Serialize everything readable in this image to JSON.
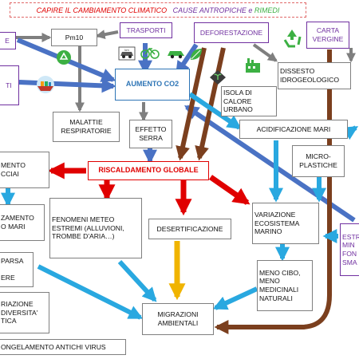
{
  "title": {
    "part1": "CAPIRE IL CAMBIAMENTO CLIMATICO",
    "part2": "CAUSE ANTROPICHE",
    "part3": "e",
    "part4": "RIMEDI"
  },
  "boxes": {
    "pm10": "Pm10",
    "trasporti": "TRASPORTI",
    "deforestazione": "DEFORESTAZIONE",
    "carta_vergine": "CARTA\nVERGINE",
    "aumento_co2": "AUMENTO CO2",
    "dissesto": "DISSESTO\nIDROGEOLOGICO",
    "isola_calore": "ISOLA DI CALORE\nURBANO",
    "malattie": "MALATTIE\nRESPIRATORIE",
    "effetto_serra": "EFFETTO\nSERRA",
    "acidificazione": "ACIDIFICAZIONE MARI",
    "microplastiche": "MICRO-\nPLASTICHE",
    "riscaldamento": "RISCALDAMENTO GLOBALE",
    "scioglimento": "MENTO\nCCIAI",
    "innalzamento": "ZAMENTO\nO MARI",
    "fenomeni": "FENOMENI METEO\nESTREMI (ALLUVIONI,\nTROMBE D'ARIA…)",
    "desertificazione": "DESERTIFICAZIONE",
    "variazione_eco": "VARIAZIONE\nECOSISTEMA\nMARINO",
    "estr": "ESTR\nMIN\nFON\nSMA",
    "scarsa": "PARSA\n\nERE",
    "meno_cibo": "MENO CIBO,\nMENO\nMEDICINALI\nNATURALI",
    "biodiversita": "RIAZIONE\nDIVERSITA'\nTICA",
    "migrazioni": "MIGRAZIONI\nAMBIENTALI",
    "congelamento": "ONGELAMENTO ANTICHI VIRUS",
    "left_e": "E",
    "left_ti": "TI"
  },
  "colors": {
    "blue_arrow": "#4a72c4",
    "gray_arrow": "#7f7f7f",
    "brown_arrow": "#7b3f1e",
    "cyan_arrow": "#29a8e0",
    "red_arrow": "#e00000",
    "yellow_arrow": "#f0b400",
    "purple_text": "#7030a0",
    "red_text": "#e00000",
    "green_text": "#3cb043"
  },
  "icons": [
    "car-icon",
    "bicycle-icon",
    "electric-car-icon",
    "recycle-icon",
    "plant-hand-icon",
    "leaf-icon",
    "factory-icon",
    "cargo-ship-icon"
  ]
}
